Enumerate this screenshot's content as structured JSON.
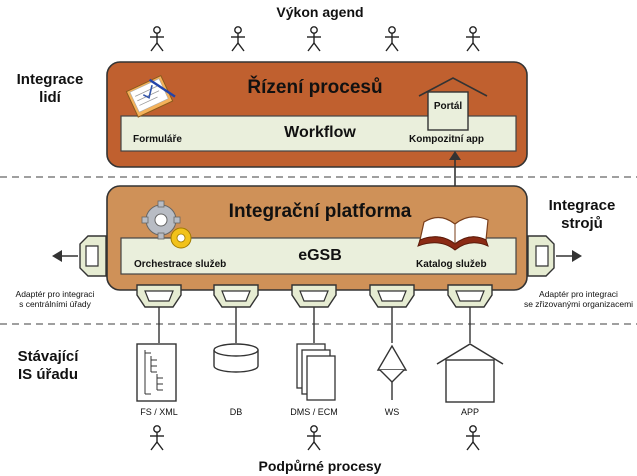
{
  "top_title": "Výkon agend",
  "bottom_title": "Podpůrné procesy",
  "left_labels": {
    "people": "Integrace\nlidí",
    "legacy": "Stávající\nIS úřadu"
  },
  "right_labels": {
    "machines": "Integrace\nstrojů"
  },
  "top_box": {
    "title": "Řízení procesů",
    "bar_label": "Workflow",
    "left_item": "Formuláře",
    "right_item": "Kompozitní app",
    "portal": "Portál",
    "fill_color": "#c0602f"
  },
  "middle_box": {
    "title": "Integrační platforma",
    "bar_label": "eGSB",
    "left_item": "Orchestrace služeb",
    "right_item": "Katalog služeb",
    "fill_color": "#cf9158"
  },
  "adapters": {
    "left": "Adaptér pro integraci\ns centrálními úřady",
    "right": "Adaptér pro integraci\nse zřizovanými organizacemi"
  },
  "systems": [
    {
      "label": "FS / XML",
      "icon": "file-tree-icon"
    },
    {
      "label": "DB",
      "icon": "database-icon"
    },
    {
      "label": "DMS / ECM",
      "icon": "documents-icon"
    },
    {
      "label": "WS",
      "icon": "web-service-icon"
    },
    {
      "label": "APP",
      "icon": "house-icon"
    }
  ],
  "bar_color": "#eaefdc"
}
